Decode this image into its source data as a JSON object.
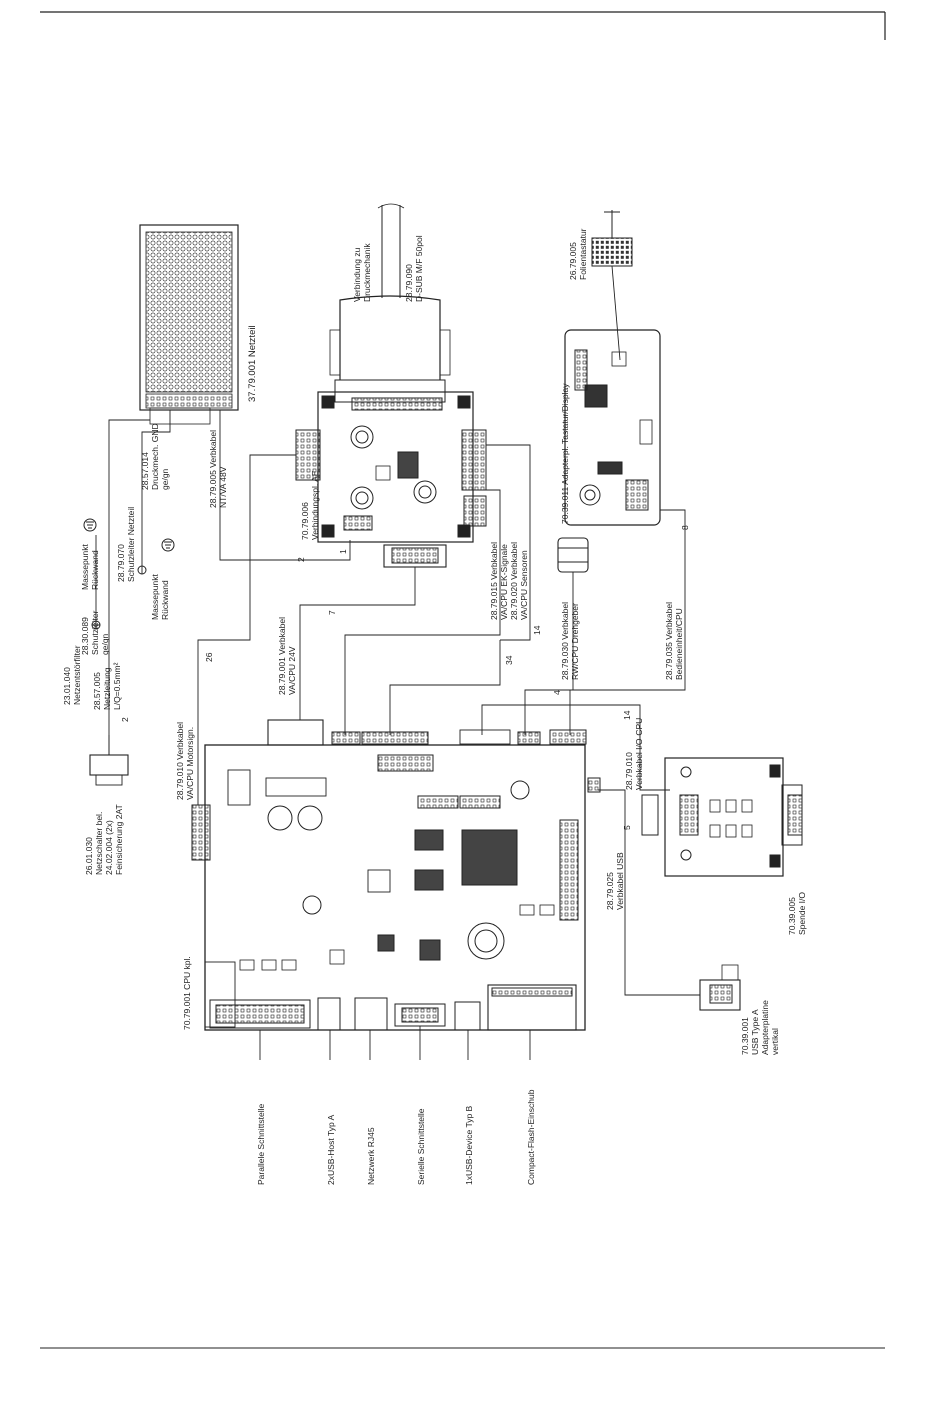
{
  "colors": {
    "ink": "#222222",
    "paper": "#ffffff"
  },
  "labels": {
    "netzteil": "37.79.001 Netzteil",
    "verbindung_1": "Verbindung zu",
    "verbindung_2": "Druckmechanik",
    "dsub_1": "28.79.090",
    "dsub_2": "D-SUB M/F 50pol",
    "folientastatur_1": "26.79.005",
    "folientastatur_2": "Folientastatur",
    "adapter_td": "70.39.011 Adapterpl. Tastatur/Display",
    "netzfilter_num": "23.01.040",
    "netzfilter_name": "Netzentstörfilter",
    "schutzleiter_1": "28.30.089",
    "schutzleiter_2": "Schutzleiter",
    "schutzleiter_3": "ge/gn",
    "massepunkt_1_a": "Massepunkt",
    "massepunkt_1_b": "Rückwand",
    "netzleitung_1": "28.57.005",
    "netzleitung_2": "Netzleitung",
    "netzleitung_3": "L/Q=0.5mm²",
    "netzschalter_1": "26.01.030",
    "netzschalter_2": "Netzschalter bel.",
    "netzschalter_3": "24.02.004 (2x)",
    "netzschalter_4": "Feinsicherung 2AT",
    "schutzleiter_netz_1": "28.79.070",
    "schutzleiter_netz_2": "Schutzleiter Netzteil",
    "massepunkt_2_a": "Massepunkt",
    "massepunkt_2_b": "Rückwand",
    "druckmech_gnd_1": "28.57.014",
    "druckmech_gnd_2": "Druckmech. GND",
    "druckmech_gnd_3": "ge/gn",
    "verbindung_ae_1": "70.79.006",
    "verbindung_ae_2": "Verbindungspl. AE",
    "nt_va_1": "28.79.005 Verbkabel",
    "nt_va_2": "NT/VA 48V",
    "va_cpu_24_1": "28.79.001 Verbkabel",
    "va_cpu_24_2": "VA/CPU 24V",
    "va_cpu_ek_1": "28.79.015 Verbkabel",
    "va_cpu_ek_2": "VA/CPU EK-Signale",
    "va_cpu_sens_1": "28.79.020 Verbkabel",
    "va_cpu_sens_2": "VA/CPU Sensoren",
    "va_cpu_motor_1": "28.79.010 Verbkabel",
    "va_cpu_motor_2": "VA/CPU Motorsign.",
    "rw_cpu_1": "28.79.030 Verbkabel",
    "rw_cpu_2": "RW/CPU Drehgeber",
    "bed_cpu_1": "28.79.035 Verbkabel",
    "bed_cpu_2": "Bedieneinheit/CPU",
    "io_cpu_1": "28.79.010",
    "io_cpu_2": "Verbkabel I/O-CPU",
    "usb_kabel_1": "28.79.025",
    "usb_kabel_2": "Verbkabel USB",
    "spende_1": "70.39.005",
    "spende_2": "Spende I/O",
    "usb_adapter_1": "70.39.001",
    "usb_adapter_2": "USB Type A",
    "usb_adapter_3": "Adapterplatine",
    "usb_adapter_4": "vertikal",
    "cpu": "70.79.001 CPU kpl.",
    "wire_2a": "2",
    "wire_2b": "2",
    "wire_1": "1",
    "wire_26": "26",
    "wire_34": "34",
    "wire_14a": "14",
    "wire_14b": "14",
    "wire_4": "4",
    "wire_8": "8",
    "wire_5": "5",
    "wire_7": "7"
  },
  "ports": [
    "Parallele Schnittstelle",
    "2xUSB-Host Typ A",
    "Netzwerk RJ45",
    "Serielle Schnittstelle",
    "1xUSB-Device Typ B",
    "Compact-Flash-Einschub"
  ]
}
